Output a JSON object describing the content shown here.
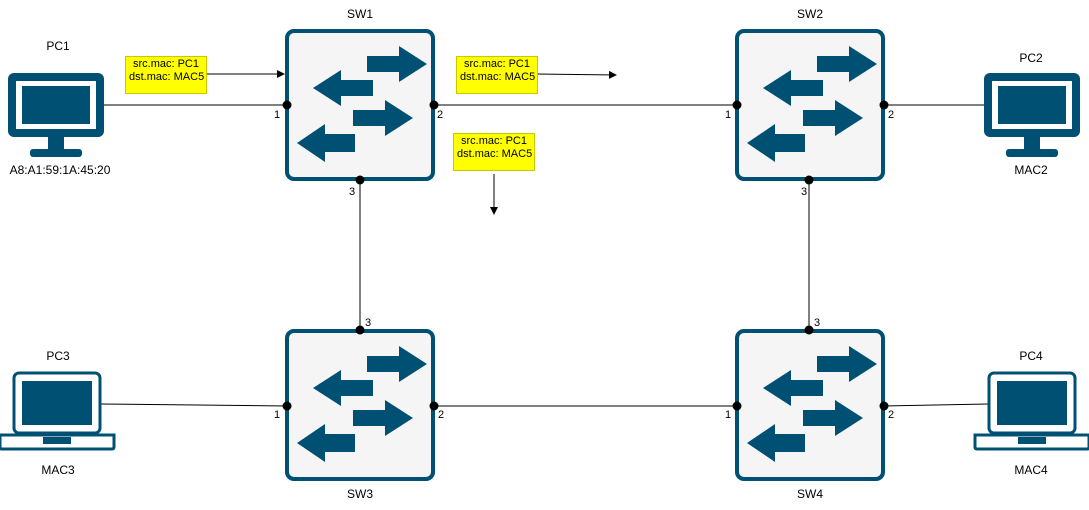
{
  "colors": {
    "accent": "#005073",
    "switch_fill": "#f5f5f5",
    "note_fill": "#ffff00",
    "line": "#000000"
  },
  "switches": {
    "sw1": {
      "name": "SW1",
      "icon": "switch-icon"
    },
    "sw2": {
      "name": "SW2",
      "icon": "switch-icon"
    },
    "sw3": {
      "name": "SW3",
      "icon": "switch-icon"
    },
    "sw4": {
      "name": "SW4",
      "icon": "switch-icon"
    }
  },
  "hosts": {
    "pc1": {
      "name": "PC1",
      "mac": "A8:A1:59:1A:45:20",
      "icon": "desktop-monitor-icon"
    },
    "pc2": {
      "name": "PC2",
      "mac": "MAC2",
      "icon": "desktop-monitor-icon"
    },
    "pc3": {
      "name": "PC3",
      "mac": "MAC3",
      "icon": "laptop-icon"
    },
    "pc4": {
      "name": "PC4",
      "mac": "MAC4",
      "icon": "laptop-icon"
    }
  },
  "ports": {
    "sw1_p1": "1",
    "sw1_p2": "2",
    "sw1_p3": "3",
    "sw2_p1": "1",
    "sw2_p2": "2",
    "sw2_p3": "3",
    "sw3_p1": "1",
    "sw3_p2": "2",
    "sw3_p3": "3",
    "sw4_p1": "1",
    "sw4_p2": "2",
    "sw4_p3": "3"
  },
  "frames": [
    {
      "src": "src.mac: PC1",
      "dst": "dst.mac: MAC5"
    },
    {
      "src": "src.mac: PC1",
      "dst": "dst.mac: MAC5"
    },
    {
      "src": "src.mac: PC1",
      "dst": "dst.mac: MAC5"
    }
  ]
}
